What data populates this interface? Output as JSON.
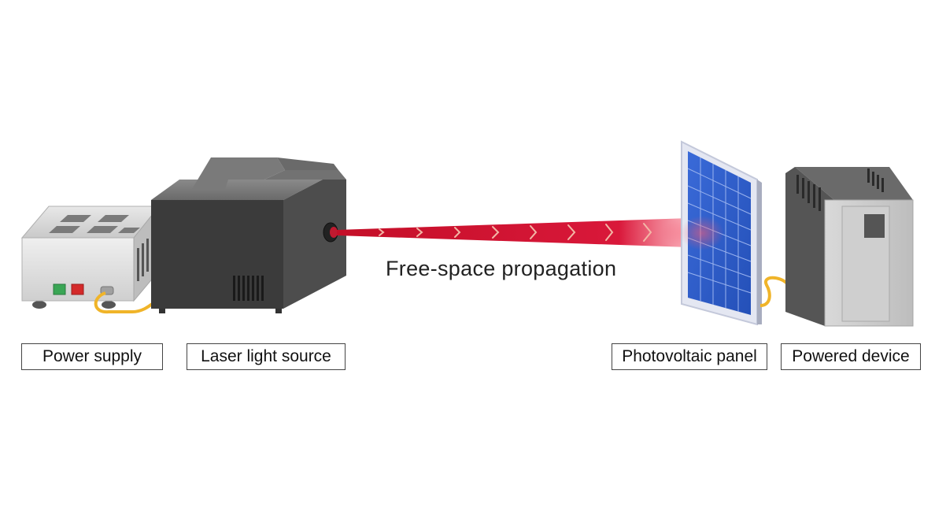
{
  "diagram": {
    "beam_label": "Free-space propagation",
    "components": [
      {
        "id": "power-supply",
        "label": "Power supply"
      },
      {
        "id": "laser-light-source",
        "label": "Laser light source"
      },
      {
        "id": "photovoltaic-panel",
        "label": "Photovoltaic panel"
      },
      {
        "id": "powered-device",
        "label": "Powered device"
      }
    ],
    "icons": [
      "power-supply-icon",
      "laser-light-source-icon",
      "laser-beam-icon",
      "photovoltaic-panel-icon",
      "powered-device-icon",
      "power-cable-icon"
    ],
    "colors": {
      "beam": "#d0142c",
      "cable": "#f0b429",
      "panel_cell": "#2f5fd0",
      "device_body": "#555555",
      "power_switch_green": "#3aa655",
      "power_switch_red": "#d42a2a"
    }
  }
}
